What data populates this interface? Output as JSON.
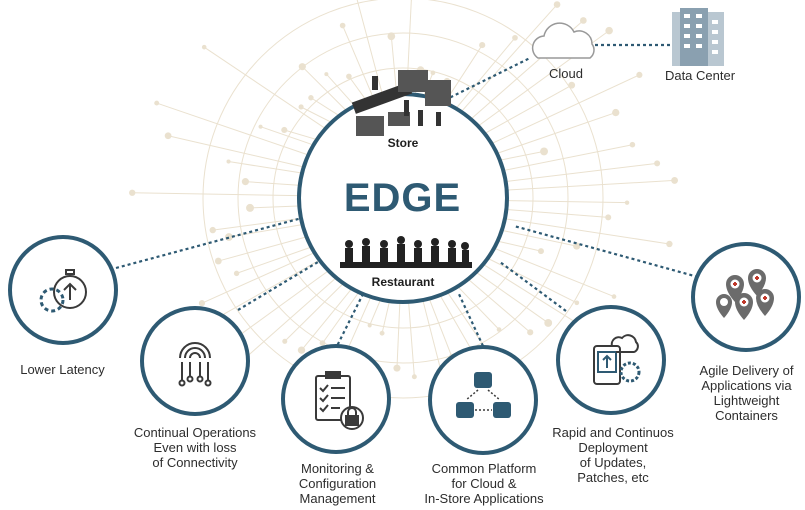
{
  "hub": {
    "title": "EDGE",
    "top_label": "Store",
    "bottom_label": "Restaurant"
  },
  "cloud_label": "Cloud",
  "datacenter_label": "Data Center",
  "features": [
    {
      "lines": [
        "Lower Latency"
      ],
      "icon": "stopwatch-gear-icon"
    },
    {
      "lines": [
        "Continual Operations",
        "Even with loss",
        "of Connectivity"
      ],
      "icon": "fingerprint-circuit-icon"
    },
    {
      "lines": [
        "Monitoring &",
        "Configuration",
        "Management"
      ],
      "icon": "clipboard-lock-icon"
    },
    {
      "lines": [
        "Common Platform",
        "for Cloud &",
        "In-Store Applications"
      ],
      "icon": "database-network-icon"
    },
    {
      "lines": [
        "Rapid and Continuos",
        "Deployment",
        "of Updates,",
        "Patches, etc"
      ],
      "icon": "tablet-cloud-gear-icon"
    },
    {
      "lines": [
        "Agile Delivery of",
        "Applications via",
        "Lightweight",
        "Containers"
      ],
      "icon": "location-pins-icon"
    }
  ],
  "colors": {
    "ring": "#2e5a73",
    "dotted_line": "#2e5a73",
    "icon_fill": "#3a3a3a",
    "accent_red": "#c0392b",
    "background_network": "#d9c9a8"
  }
}
